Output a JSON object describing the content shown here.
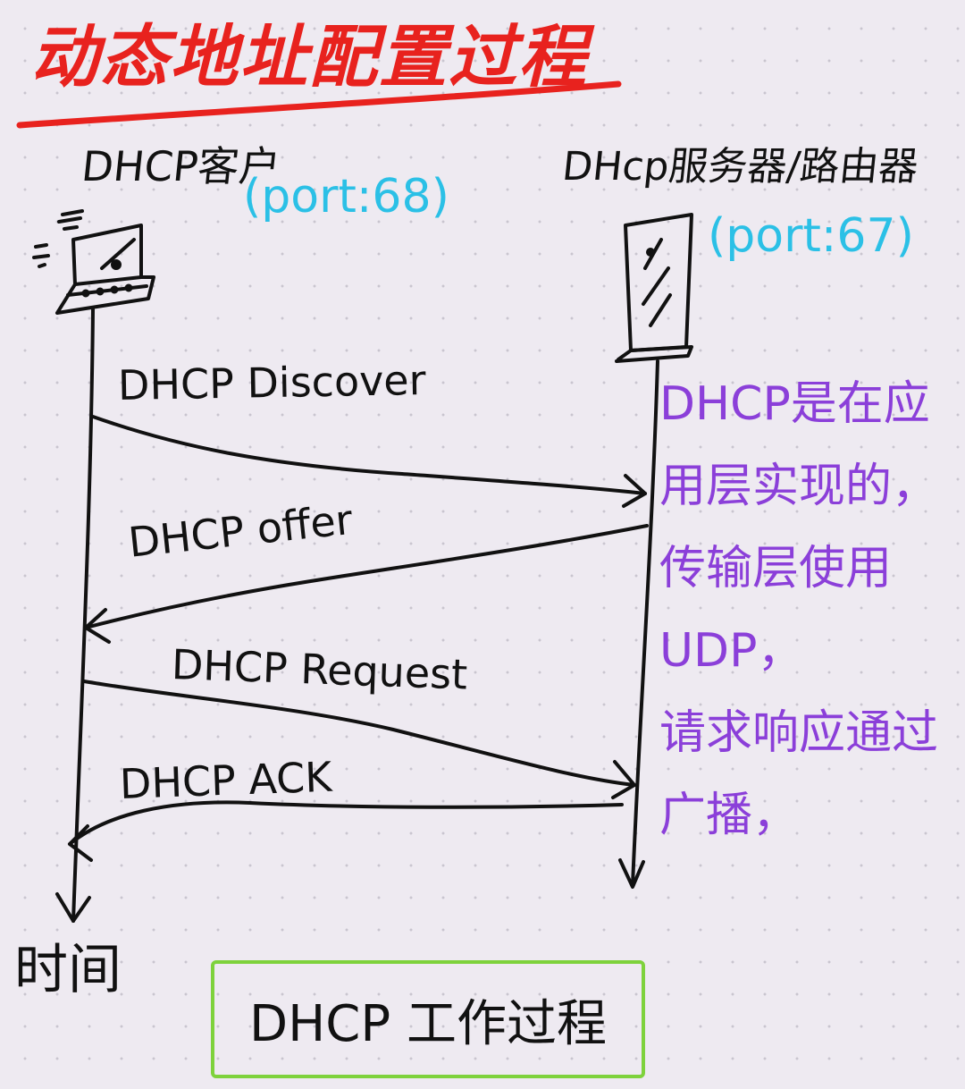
{
  "title": "动态地址配置过程",
  "client": {
    "label": "DHCP客户",
    "port": "(port:68)"
  },
  "server": {
    "label": "DHcp服务器/路由器",
    "port": "(port:67)"
  },
  "messages": [
    {
      "label": "DHCP Discover",
      "direction": "client-to-server"
    },
    {
      "label": "DHCP offer",
      "direction": "server-to-client"
    },
    {
      "label": "DHCP Request",
      "direction": "client-to-server"
    },
    {
      "label": "DHCP ACK",
      "direction": "server-to-client"
    }
  ],
  "note": {
    "lines": [
      "DHCP是在应",
      "用层实现的，",
      "传输层使用",
      "UDP，",
      "请求响应通过",
      "广播，"
    ]
  },
  "time_label": "时间",
  "caption": "DHCP 工作过程",
  "colors": {
    "background": "#eeeaf1",
    "title": "#e8221e",
    "port": "#2bc0e6",
    "note": "#8b3fd9",
    "caption_border": "#7ed23c",
    "ink": "#111111"
  },
  "icons": {
    "client": "laptop-icon",
    "server": "server-tower-icon"
  }
}
